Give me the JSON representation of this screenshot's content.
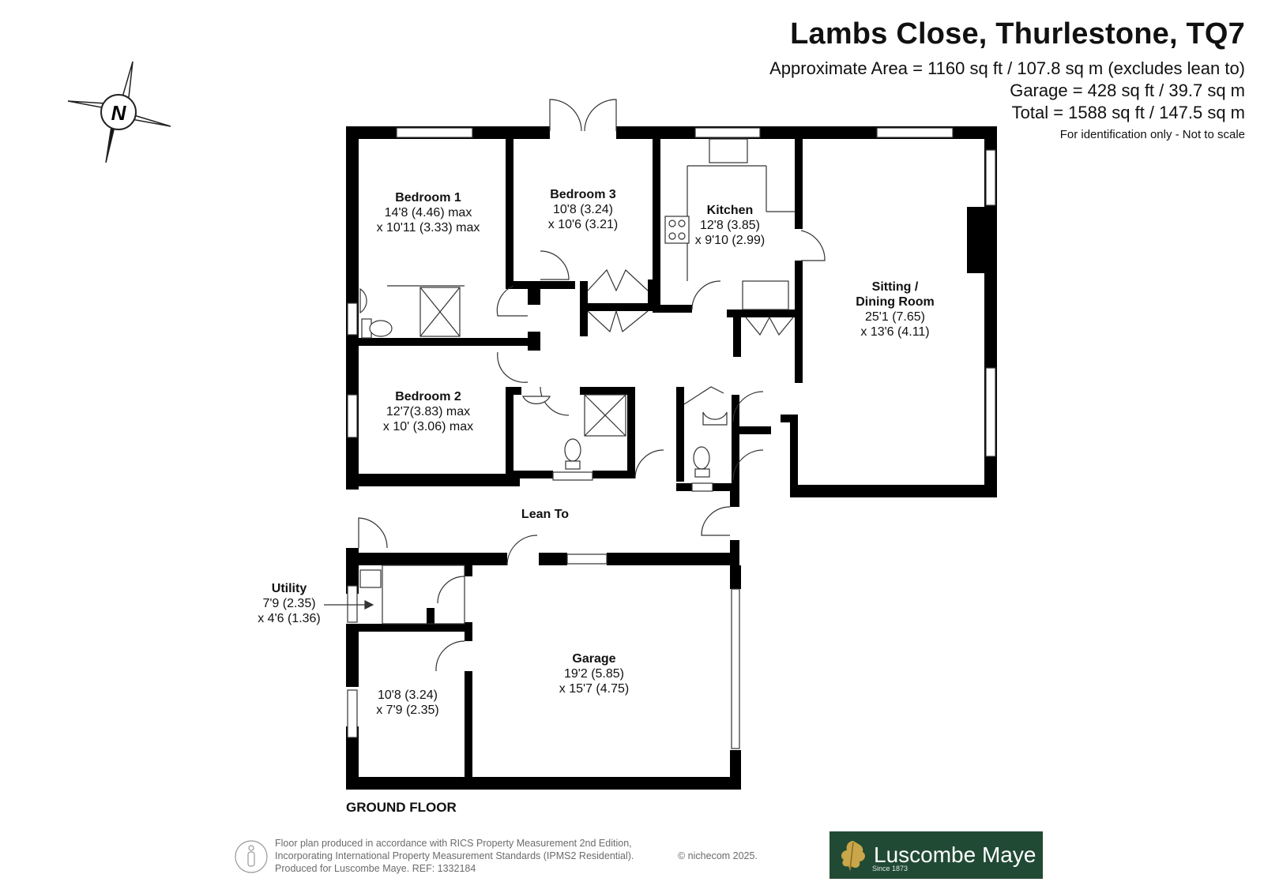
{
  "header": {
    "title": "Lambs Close, Thurlestone, TQ7",
    "area_approx": "Approximate Area = 1160 sq ft / 107.8 sq m (excludes lean to)",
    "area_garage": "Garage = 428 sq ft / 39.7 sq m",
    "area_total": "Total = 1588 sq ft / 147.5 sq m",
    "identification": "For identification only - Not to scale"
  },
  "compass": {
    "label": "N",
    "icon": "compass-icon"
  },
  "rooms": {
    "bedroom1": {
      "name": "Bedroom 1",
      "dim1": "14'8 (4.46) max",
      "dim2": "x 10'11 (3.33) max"
    },
    "bedroom3": {
      "name": "Bedroom 3",
      "dim1": "10'8 (3.24)",
      "dim2": "x 10'6 (3.21)"
    },
    "kitchen": {
      "name": "Kitchen",
      "dim1": "12'8 (3.85)",
      "dim2": "x 9'10 (2.99)"
    },
    "sitting": {
      "name1": "Sitting /",
      "name2": "Dining Room",
      "dim1": "25'1 (7.65)",
      "dim2": "x 13'6 (4.11)"
    },
    "bedroom2": {
      "name": "Bedroom 2",
      "dim1": "12'7(3.83) max",
      "dim2": "x 10' (3.06) max"
    },
    "lean_to": {
      "name": "Lean To"
    },
    "utility": {
      "name": "Utility",
      "dim1": "7'9 (2.35)",
      "dim2": "x 4'6 (1.36)"
    },
    "store": {
      "dim1": "10'8 (3.24)",
      "dim2": "x 7'9 (2.35)"
    },
    "garage": {
      "name": "Garage",
      "dim1": "19'2 (5.85)",
      "dim2": "x 15'7 (4.75)"
    }
  },
  "floor_label": "GROUND FLOOR",
  "footer": {
    "line1": "Floor plan produced in accordance with RICS Property Measurement 2nd Edition,",
    "line2": "Incorporating International Property Measurement Standards (IPMS2 Residential).",
    "line3": "Produced for Luscombe Maye.   REF:  1332184",
    "copyright": "© nichecom 2025."
  },
  "logo": {
    "name": "Luscombe Maye",
    "since": "Since 1873",
    "brand_color": "#214a35"
  },
  "colors": {
    "wall": "#000000",
    "window": "#ffffff"
  }
}
